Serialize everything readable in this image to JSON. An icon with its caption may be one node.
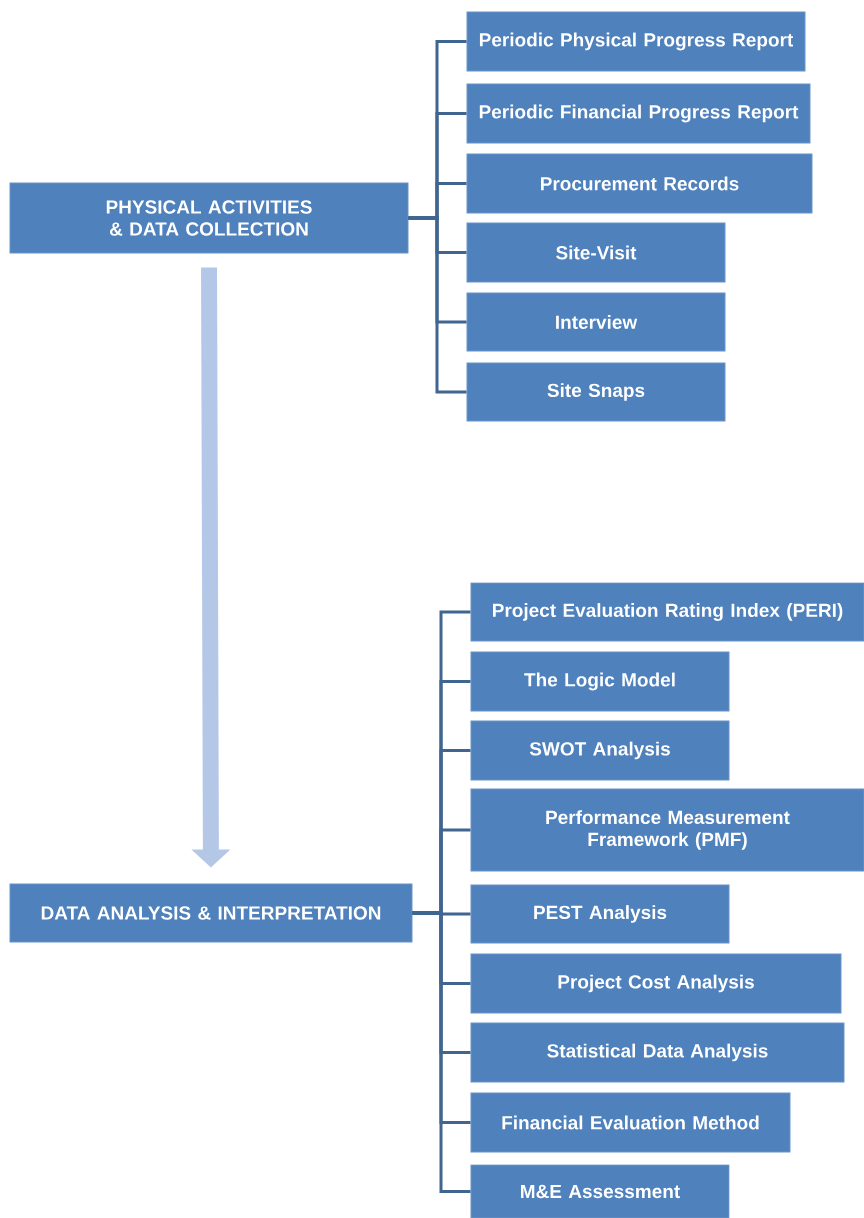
{
  "diagram": {
    "nodes": [
      {
        "text": [
          "PHYSICAL ACTIVITIES & DATA COLLECTION"
        ]
      },
      {
        "text": [
          "Periodic Physical Progress Report"
        ]
      },
      {
        "text": [
          "Periodic Financial Progress Report"
        ]
      },
      {
        "text": [
          "Procurement Records"
        ]
      },
      {
        "text": [
          "Site-Visit"
        ]
      },
      {
        "text": [
          "Interview"
        ]
      },
      {
        "text": [
          "Site Snaps"
        ]
      },
      {
        "text": [
          "DATA ANALYSIS & INTERPRETATION"
        ]
      },
      {
        "text": [
          "Project Evaluation Rating Index (PERI)"
        ]
      },
      {
        "text": [
          "The Logic Model"
        ]
      },
      {
        "text": [
          "SWOT Analysis"
        ]
      },
      {
        "text": [
          "Performance Measurement Framework (PMF)"
        ]
      },
      {
        "text": [
          "PEST Analysis"
        ]
      },
      {
        "text": [
          "Project Cost Analysis"
        ]
      },
      {
        "text": [
          "Statistical Data Analysis"
        ]
      },
      {
        "text": [
          "Financial Evaluation Method"
        ]
      },
      {
        "text": [
          "M&E Assessment"
        ]
      }
    ],
    "edges": [
      {
        "from": 0,
        "to": 1,
        "arrow": "none"
      },
      {
        "from": 0,
        "to": 2,
        "arrow": "none"
      },
      {
        "from": 0,
        "to": 3,
        "arrow": "none"
      },
      {
        "from": 0,
        "to": 4,
        "arrow": "none"
      },
      {
        "from": 0,
        "to": 5,
        "arrow": "none"
      },
      {
        "from": 0,
        "to": 6,
        "arrow": "none"
      },
      {
        "from": 0,
        "to": 7,
        "arrow": "to",
        "style": "thick",
        "color": "#b4c7e7"
      },
      {
        "from": 7,
        "to": 8,
        "arrow": "none"
      },
      {
        "from": 7,
        "to": 9,
        "arrow": "none"
      },
      {
        "from": 7,
        "to": 10,
        "arrow": "none"
      },
      {
        "from": 7,
        "to": 11,
        "arrow": "none"
      },
      {
        "from": 7,
        "to": 12,
        "arrow": "none"
      },
      {
        "from": 7,
        "to": 13,
        "arrow": "none"
      },
      {
        "from": 7,
        "to": 14,
        "arrow": "none"
      },
      {
        "from": 7,
        "to": 15,
        "arrow": "none"
      },
      {
        "from": 7,
        "to": 16,
        "arrow": "none"
      }
    ]
  }
}
